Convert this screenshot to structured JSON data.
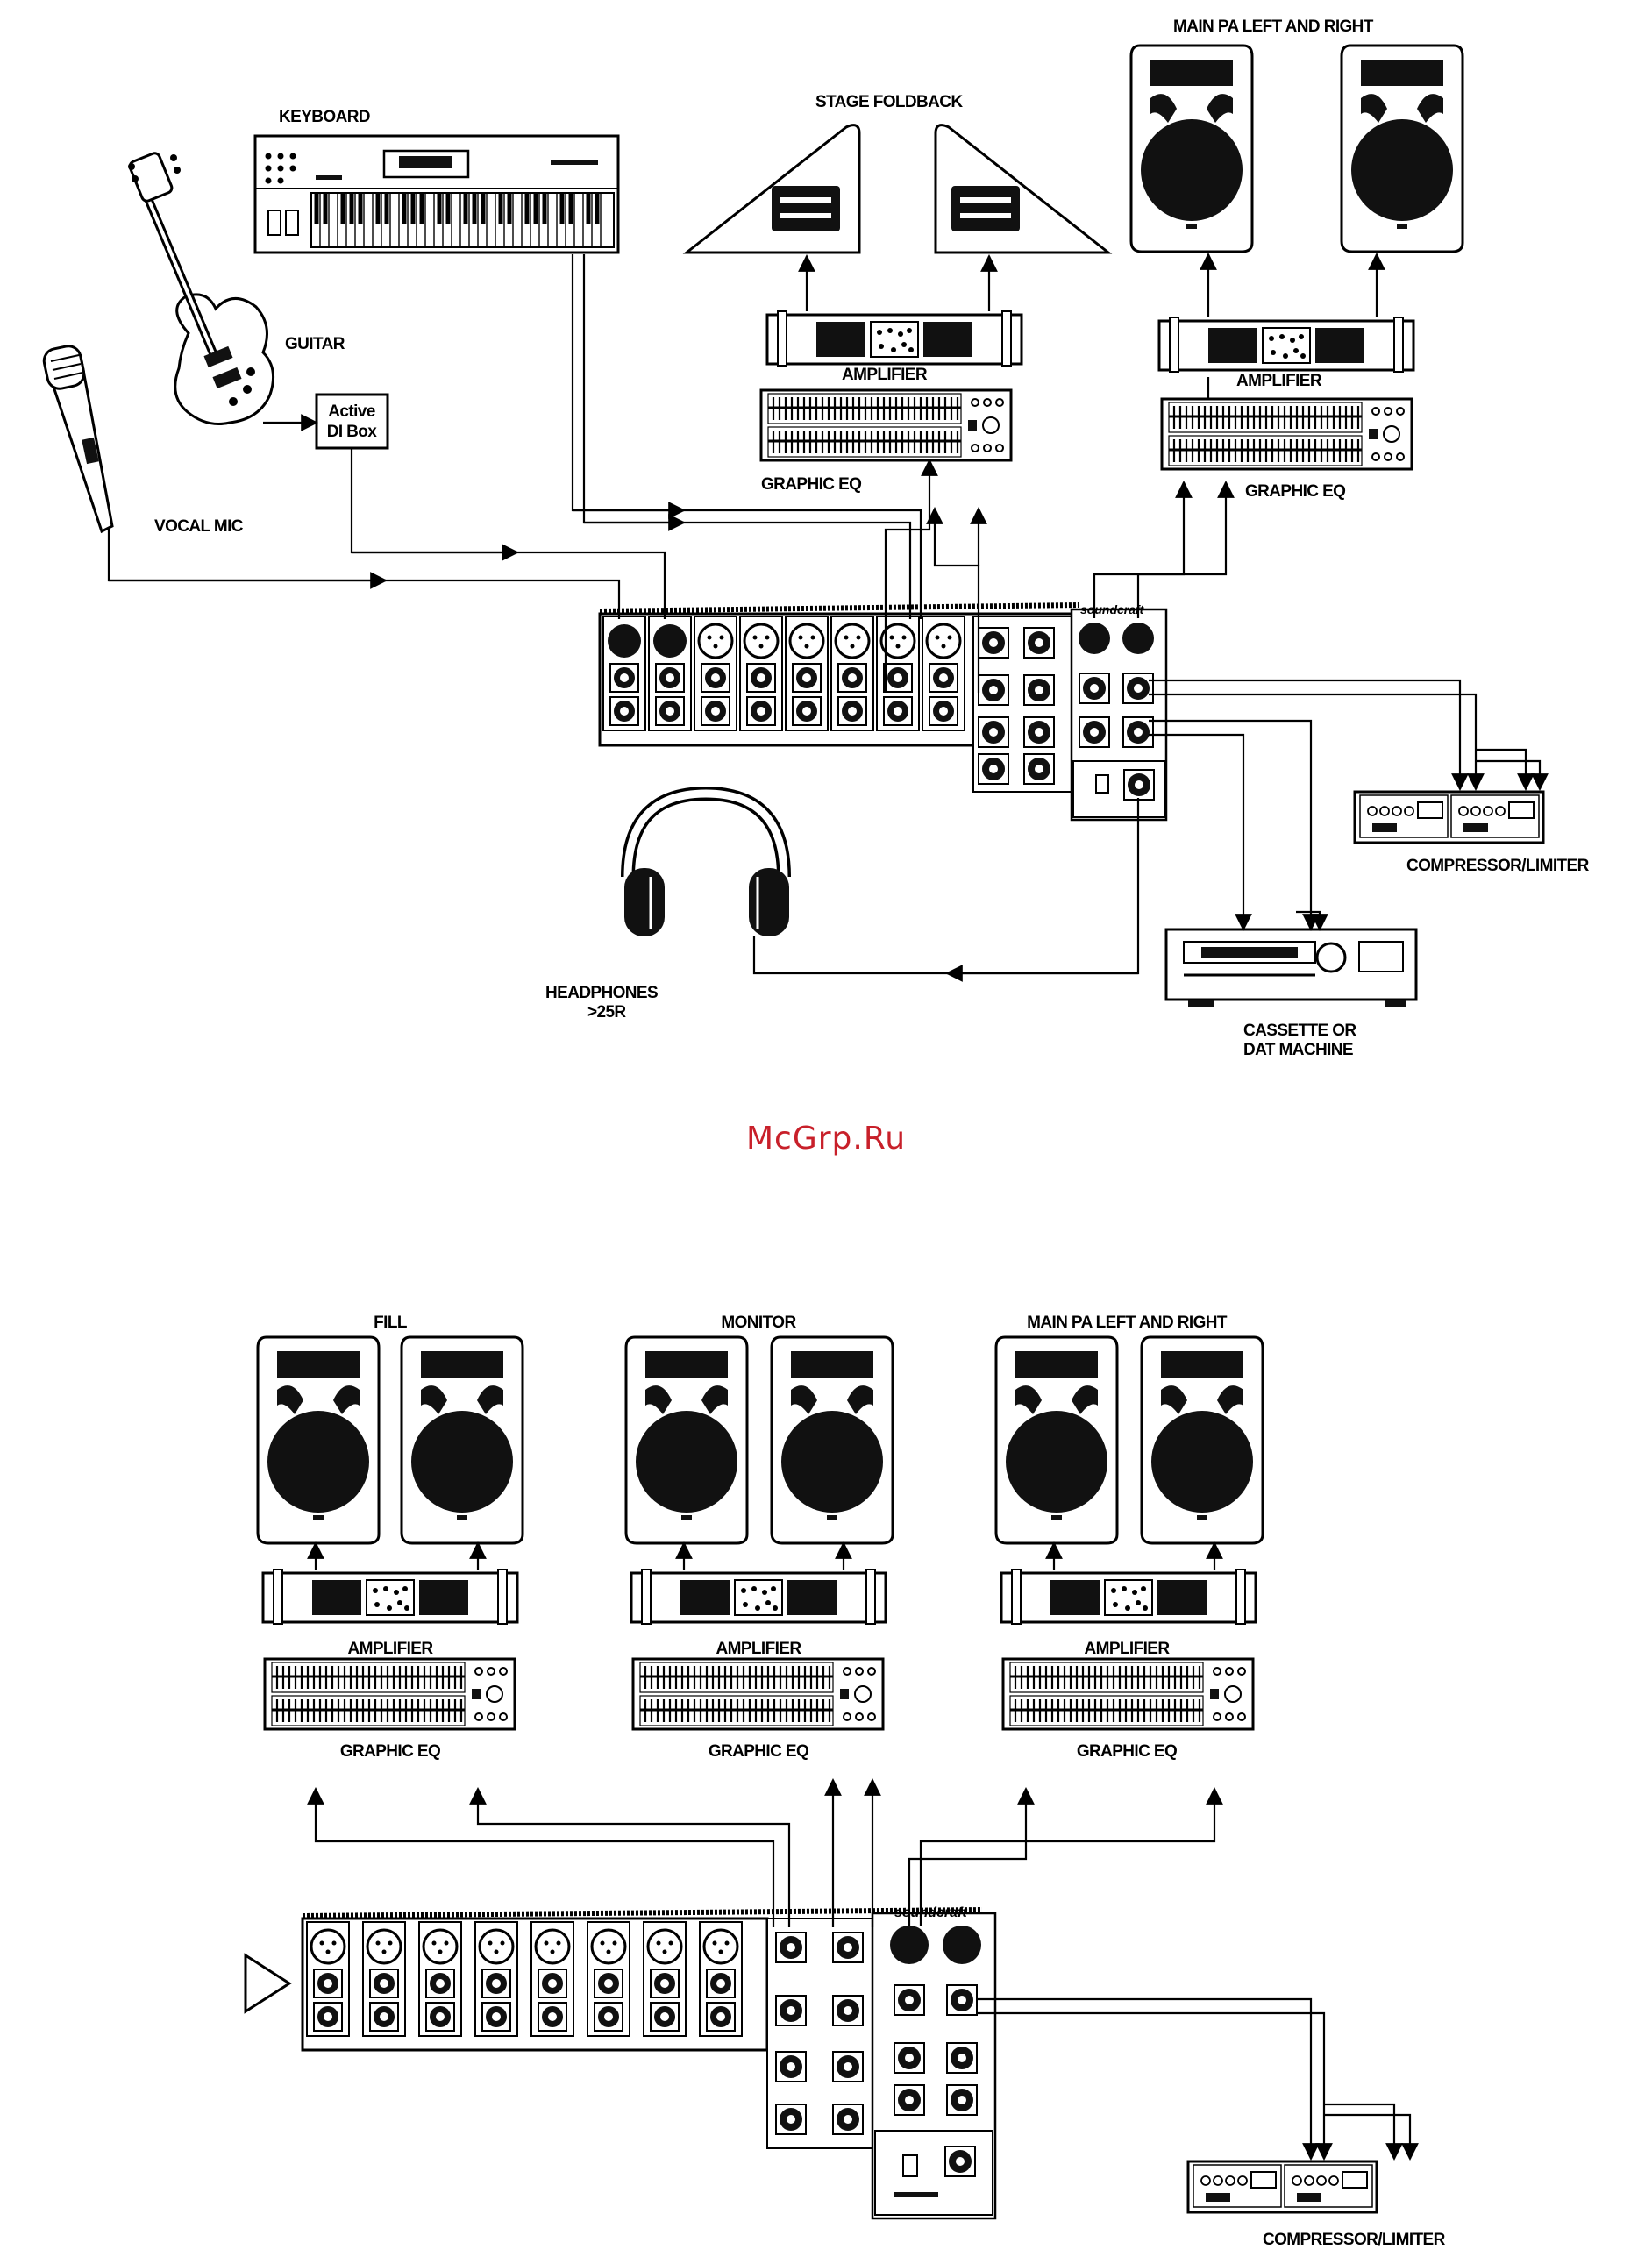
{
  "diagram1": {
    "keyboard": "KEYBOARD",
    "stage_foldback": "STAGE FOLDBACK",
    "main_pa": "MAIN PA LEFT AND RIGHT",
    "guitar": "GUITAR",
    "di_line1": "Active",
    "di_line2": "DI Box",
    "vocal_mic": "VOCAL MIC",
    "amplifier_1": "AMPLIFIER",
    "amplifier_2": "AMPLIFIER",
    "graphic_eq_1": "GRAPHIC EQ",
    "graphic_eq_2": "GRAPHIC EQ",
    "compressor": "COMPRESSOR/LIMITER",
    "headphones_line1": "HEADPHONES",
    "headphones_line2": ">25R",
    "cassette_line1": "CASSETTE OR",
    "cassette_line2": "DAT MACHINE",
    "brand": "soundcraft"
  },
  "watermark": "McGrp.Ru",
  "diagram2": {
    "fill": "FILL",
    "monitor": "MONITOR",
    "main_pa": "MAIN PA LEFT AND RIGHT",
    "amplifier_1": "AMPLIFIER",
    "amplifier_2": "AMPLIFIER",
    "amplifier_3": "AMPLIFIER",
    "graphic_eq_1": "GRAPHIC EQ",
    "graphic_eq_2": "GRAPHIC EQ",
    "graphic_eq_3": "GRAPHIC EQ",
    "compressor": "COMPRESSOR/LIMITER",
    "brand": "soundcraft"
  }
}
